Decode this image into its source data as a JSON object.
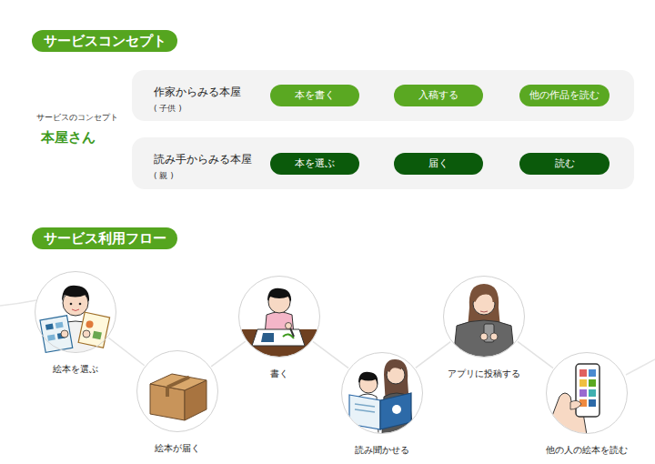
{
  "diagram": {
    "nodes": [
      {
        "text": [
          "サービスコンセプト"
        ]
      },
      {
        "text": [
          "作家からみる本屋",
          "( 子供 )"
        ]
      },
      {
        "text": [
          "本を書く"
        ],
        "in": 1
      },
      {
        "text": [
          "入稿する"
        ],
        "in": 1
      },
      {
        "text": [
          "他の作品を読む"
        ],
        "in": 1
      },
      {
        "text": [
          "読み手からみる本屋",
          "( 親 )"
        ]
      },
      {
        "text": [
          "本を選ぶ"
        ],
        "in": 5
      },
      {
        "text": [
          "届く"
        ],
        "in": 5
      },
      {
        "text": [
          "読む"
        ],
        "in": 5
      },
      {
        "text": [
          "サービス利用フロー"
        ]
      },
      {
        "text": [
          "絵本を選ぶ"
        ]
      },
      {
        "text": [
          "絵本が届く"
        ]
      },
      {
        "text": [
          "書く"
        ]
      },
      {
        "text": [
          "読み聞かせる"
        ]
      },
      {
        "text": [
          "アプリに投稿する"
        ]
      },
      {
        "text": [
          "他の人の絵本を読む"
        ]
      }
    ],
    "edges": [
      {
        "from": 2,
        "to": 3,
        "arrow": "to"
      },
      {
        "from": 3,
        "to": 4,
        "arrow": "to"
      },
      {
        "from": 6,
        "to": 7,
        "arrow": "to"
      },
      {
        "from": 7,
        "to": 8,
        "arrow": "to"
      },
      {
        "from": 10,
        "to": 11,
        "arrow": "none"
      },
      {
        "from": 11,
        "to": 12,
        "arrow": "none"
      },
      {
        "from": 12,
        "to": 13,
        "arrow": "none"
      },
      {
        "from": 13,
        "to": 14,
        "arrow": "none"
      },
      {
        "from": 14,
        "to": 15,
        "arrow": "none"
      }
    ],
    "labels": [
      "サービスのコンセプト",
      "本屋さん"
    ]
  }
}
